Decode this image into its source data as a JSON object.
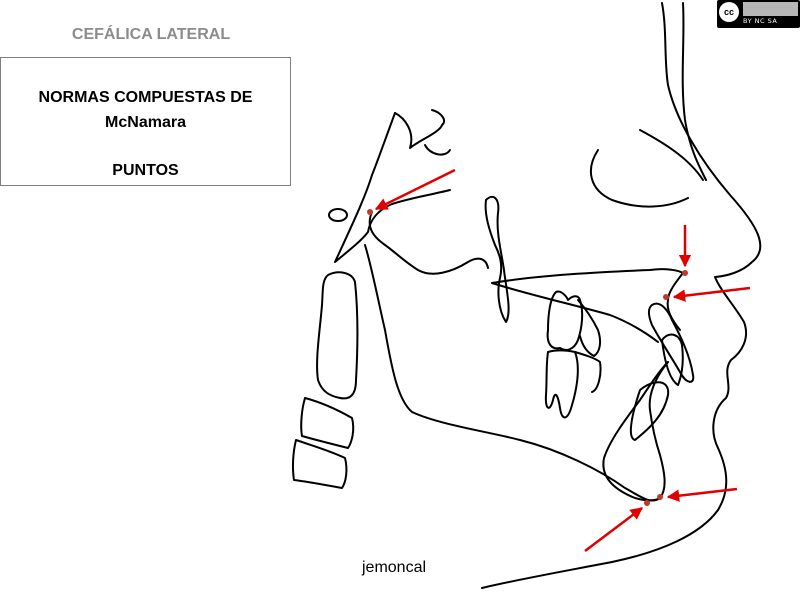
{
  "header": {
    "subtitle": "CEFÁLICA LATERAL",
    "title_line1": "NORMAS COMPUESTAS DE",
    "title_line2": "McNamara",
    "title_line3": "PUNTOS"
  },
  "credit": "jemoncal",
  "license": {
    "badge": "cc",
    "terms": "BY NC SA"
  },
  "colors": {
    "outline": "#000000",
    "arrow": "#e00000",
    "point": "#c0392b"
  }
}
